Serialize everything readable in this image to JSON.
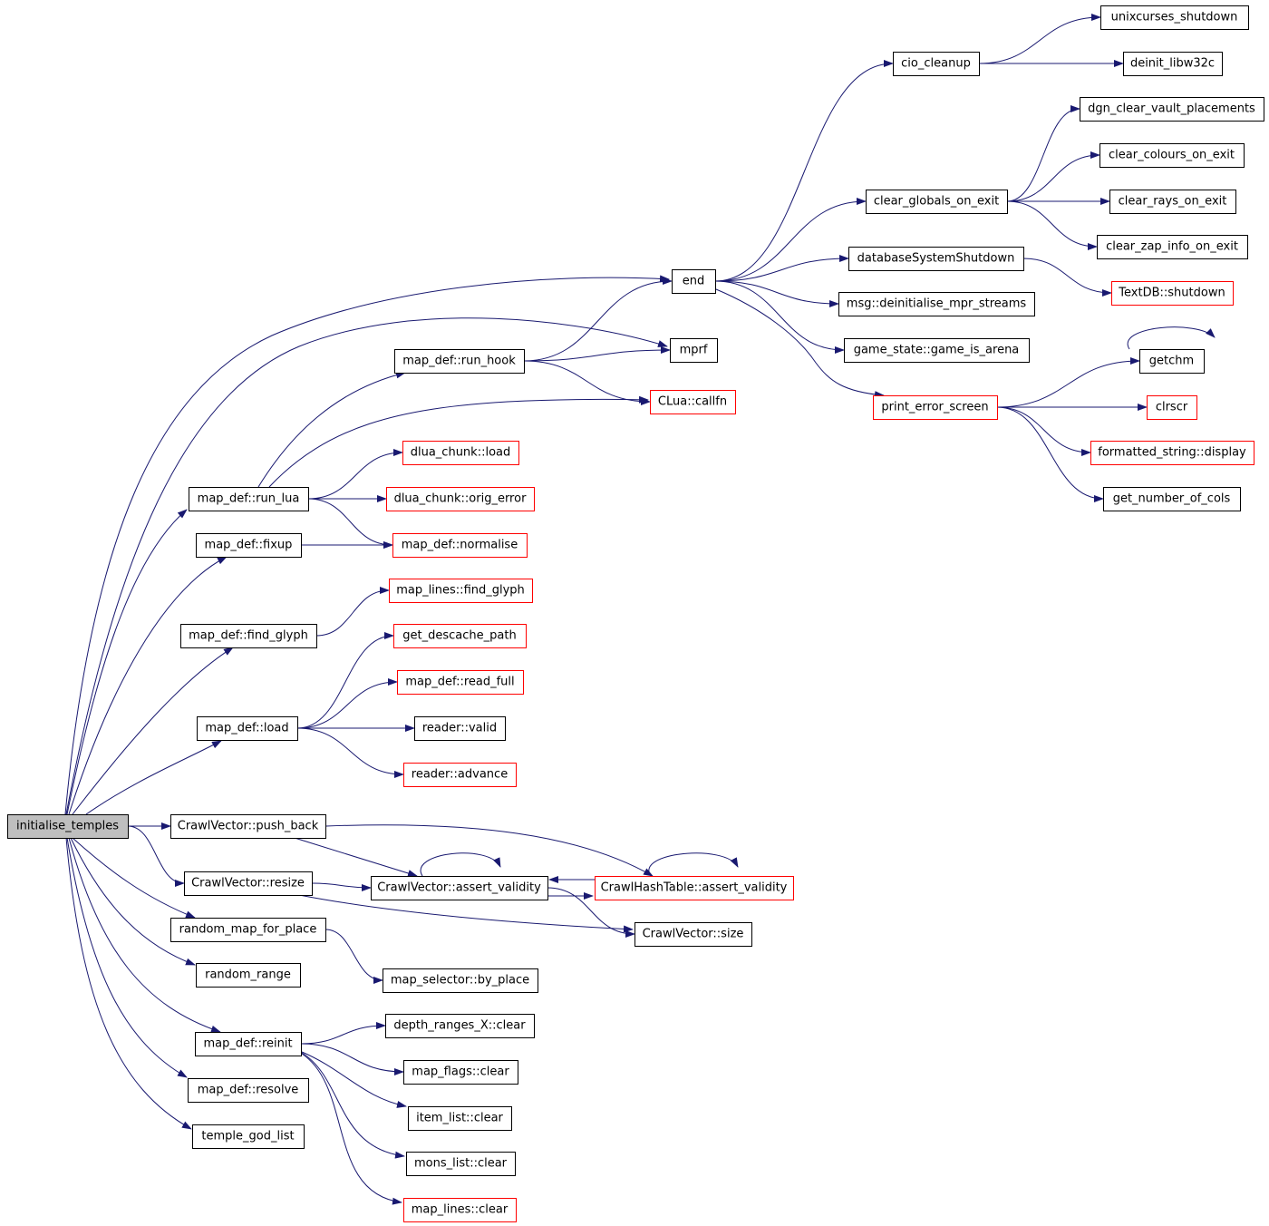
{
  "colors": {
    "edge": "#191970",
    "border_normal": "#000000",
    "border_incomplete": "#ff0000",
    "root_fill": "#bfbfbf",
    "node_fill": "#ffffff"
  },
  "nodes": [
    {
      "id": "initialise_temples",
      "label": "initialise_temples",
      "style": "root"
    },
    {
      "id": "end",
      "label": "end",
      "style": "normal"
    },
    {
      "id": "mprf",
      "label": "mprf",
      "style": "normal"
    },
    {
      "id": "run_lua",
      "label": "map_def::run_lua",
      "style": "normal"
    },
    {
      "id": "fixup",
      "label": "map_def::fixup",
      "style": "normal"
    },
    {
      "id": "find_glyph",
      "label": "map_def::find_glyph",
      "style": "normal"
    },
    {
      "id": "load",
      "label": "map_def::load",
      "style": "normal"
    },
    {
      "id": "push_back",
      "label": "CrawlVector::push_back",
      "style": "normal"
    },
    {
      "id": "resize",
      "label": "CrawlVector::resize",
      "style": "normal"
    },
    {
      "id": "random_map_for_place",
      "label": "random_map_for_place",
      "style": "normal"
    },
    {
      "id": "random_range",
      "label": "random_range",
      "style": "normal"
    },
    {
      "id": "reinit",
      "label": "map_def::reinit",
      "style": "normal"
    },
    {
      "id": "resolve",
      "label": "map_def::resolve",
      "style": "normal"
    },
    {
      "id": "temple_god_list",
      "label": "temple_god_list",
      "style": "normal"
    },
    {
      "id": "cio_cleanup",
      "label": "cio_cleanup",
      "style": "normal"
    },
    {
      "id": "clear_globals_on_exit",
      "label": "clear_globals_on_exit",
      "style": "normal"
    },
    {
      "id": "databaseSystemShutdown",
      "label": "databaseSystemShutdown",
      "style": "normal"
    },
    {
      "id": "deinit_mpr",
      "label": "msg::deinitialise_mpr_streams",
      "style": "normal"
    },
    {
      "id": "game_is_arena",
      "label": "game_state::game_is_arena",
      "style": "normal"
    },
    {
      "id": "print_error_screen",
      "label": "print_error_screen",
      "style": "incomplete"
    },
    {
      "id": "unixcurses_shutdown",
      "label": "unixcurses_shutdown",
      "style": "normal"
    },
    {
      "id": "deinit_libw32c",
      "label": "deinit_libw32c",
      "style": "normal"
    },
    {
      "id": "dgn_clear",
      "label": "dgn_clear_vault_placements",
      "style": "normal"
    },
    {
      "id": "clear_colours",
      "label": "clear_colours_on_exit",
      "style": "normal"
    },
    {
      "id": "clear_rays",
      "label": "clear_rays_on_exit",
      "style": "normal"
    },
    {
      "id": "clear_zap",
      "label": "clear_zap_info_on_exit",
      "style": "normal"
    },
    {
      "id": "textdb_shutdown",
      "label": "TextDB::shutdown",
      "style": "incomplete"
    },
    {
      "id": "getchm",
      "label": "getchm",
      "style": "normal"
    },
    {
      "id": "clrscr",
      "label": "clrscr",
      "style": "incomplete"
    },
    {
      "id": "fs_display",
      "label": "formatted_string::display",
      "style": "incomplete"
    },
    {
      "id": "get_number_of_cols",
      "label": "get_number_of_cols",
      "style": "normal"
    },
    {
      "id": "run_hook",
      "label": "map_def::run_hook",
      "style": "normal"
    },
    {
      "id": "callfn",
      "label": "CLua::callfn",
      "style": "incomplete"
    },
    {
      "id": "dlua_load",
      "label": "dlua_chunk::load",
      "style": "incomplete"
    },
    {
      "id": "orig_error",
      "label": "dlua_chunk::orig_error",
      "style": "incomplete"
    },
    {
      "id": "normalise",
      "label": "map_def::normalise",
      "style": "incomplete"
    },
    {
      "id": "ml_find_glyph",
      "label": "map_lines::find_glyph",
      "style": "incomplete"
    },
    {
      "id": "descache",
      "label": "get_descache_path",
      "style": "incomplete"
    },
    {
      "id": "read_full",
      "label": "map_def::read_full",
      "style": "incomplete"
    },
    {
      "id": "reader_valid",
      "label": "reader::valid",
      "style": "normal"
    },
    {
      "id": "reader_advance",
      "label": "reader::advance",
      "style": "incomplete"
    },
    {
      "id": "cv_assert",
      "label": "CrawlVector::assert_validity",
      "style": "normal"
    },
    {
      "id": "cht_assert",
      "label": "CrawlHashTable::assert_validity",
      "style": "incomplete"
    },
    {
      "id": "cv_size",
      "label": "CrawlVector::size",
      "style": "normal"
    },
    {
      "id": "by_place",
      "label": "map_selector::by_place",
      "style": "normal"
    },
    {
      "id": "depth_clear",
      "label": "depth_ranges_X::clear",
      "style": "normal"
    },
    {
      "id": "flags_clear",
      "label": "map_flags::clear",
      "style": "normal"
    },
    {
      "id": "item_clear",
      "label": "item_list::clear",
      "style": "normal"
    },
    {
      "id": "mons_clear",
      "label": "mons_list::clear",
      "style": "normal"
    },
    {
      "id": "lines_clear",
      "label": "map_lines::clear",
      "style": "incomplete"
    }
  ],
  "edges": [
    [
      "initialise_temples",
      "end"
    ],
    [
      "initialise_temples",
      "mprf"
    ],
    [
      "initialise_temples",
      "run_lua"
    ],
    [
      "initialise_temples",
      "fixup"
    ],
    [
      "initialise_temples",
      "find_glyph"
    ],
    [
      "initialise_temples",
      "load"
    ],
    [
      "initialise_temples",
      "push_back"
    ],
    [
      "initialise_temples",
      "resize"
    ],
    [
      "initialise_temples",
      "random_map_for_place"
    ],
    [
      "initialise_temples",
      "random_range"
    ],
    [
      "initialise_temples",
      "reinit"
    ],
    [
      "initialise_temples",
      "resolve"
    ],
    [
      "initialise_temples",
      "temple_god_list"
    ],
    [
      "end",
      "cio_cleanup"
    ],
    [
      "end",
      "clear_globals_on_exit"
    ],
    [
      "end",
      "databaseSystemShutdown"
    ],
    [
      "end",
      "deinit_mpr"
    ],
    [
      "end",
      "game_is_arena"
    ],
    [
      "end",
      "print_error_screen"
    ],
    [
      "cio_cleanup",
      "unixcurses_shutdown"
    ],
    [
      "cio_cleanup",
      "deinit_libw32c"
    ],
    [
      "clear_globals_on_exit",
      "dgn_clear"
    ],
    [
      "clear_globals_on_exit",
      "clear_colours"
    ],
    [
      "clear_globals_on_exit",
      "clear_rays"
    ],
    [
      "clear_globals_on_exit",
      "clear_zap"
    ],
    [
      "databaseSystemShutdown",
      "textdb_shutdown"
    ],
    [
      "print_error_screen",
      "getchm"
    ],
    [
      "print_error_screen",
      "clrscr"
    ],
    [
      "print_error_screen",
      "fs_display"
    ],
    [
      "print_error_screen",
      "get_number_of_cols"
    ],
    [
      "getchm",
      "getchm"
    ],
    [
      "run_lua",
      "run_hook"
    ],
    [
      "run_lua",
      "callfn"
    ],
    [
      "run_lua",
      "dlua_load"
    ],
    [
      "run_lua",
      "orig_error"
    ],
    [
      "run_lua",
      "normalise"
    ],
    [
      "run_hook",
      "end"
    ],
    [
      "run_hook",
      "mprf"
    ],
    [
      "run_hook",
      "callfn"
    ],
    [
      "fixup",
      "normalise"
    ],
    [
      "find_glyph",
      "ml_find_glyph"
    ],
    [
      "load",
      "descache"
    ],
    [
      "load",
      "read_full"
    ],
    [
      "load",
      "reader_valid"
    ],
    [
      "load",
      "reader_advance"
    ],
    [
      "push_back",
      "cv_assert"
    ],
    [
      "push_back",
      "cht_assert"
    ],
    [
      "resize",
      "cv_assert"
    ],
    [
      "resize",
      "cv_size"
    ],
    [
      "cv_assert",
      "cv_assert"
    ],
    [
      "cv_assert",
      "cht_assert"
    ],
    [
      "cv_assert",
      "cv_size"
    ],
    [
      "cht_assert",
      "cht_assert"
    ],
    [
      "cht_assert",
      "cv_assert"
    ],
    [
      "random_map_for_place",
      "by_place"
    ],
    [
      "reinit",
      "depth_clear"
    ],
    [
      "reinit",
      "flags_clear"
    ],
    [
      "reinit",
      "item_clear"
    ],
    [
      "reinit",
      "mons_clear"
    ],
    [
      "reinit",
      "lines_clear"
    ]
  ]
}
